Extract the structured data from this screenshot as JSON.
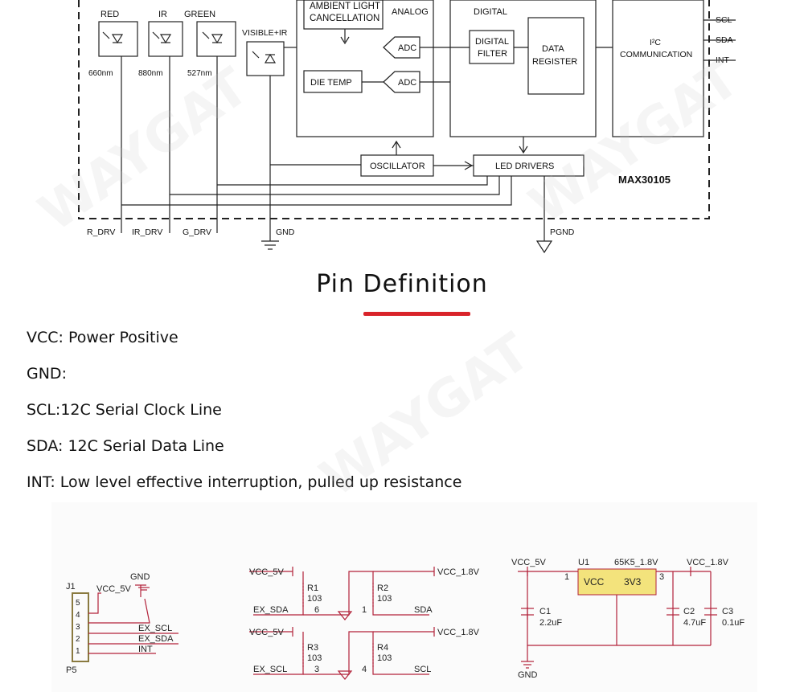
{
  "diagram": {
    "leds": [
      {
        "label": "RED",
        "wavelength": "660nm"
      },
      {
        "label": "IR",
        "wavelength": "880nm"
      },
      {
        "label": "GREEN",
        "wavelength": "527nm"
      }
    ],
    "photodiode_label": "VISIBLE+IR",
    "ambient_light_label": [
      "AMBIENT LIGHT",
      "CANCELLATION"
    ],
    "analog_label": "ANALOG",
    "adc_label": "ADC",
    "die_temp_label": "DIE TEMP",
    "digital_label": "DIGITAL",
    "digital_filter_label": [
      "DIGITAL",
      "FILTER"
    ],
    "data_register_label": [
      "DATA",
      "REGISTER"
    ],
    "i2c_label": [
      "I²C",
      "COMMUNICATION"
    ],
    "oscillator_label": "OSCILLATOR",
    "led_drivers_label": "LED DRIVERS",
    "chip_name": "MAX30105",
    "pins_right": [
      "SCL",
      "SDA",
      "INT"
    ],
    "pins_bottom": [
      "R_DRV",
      "IR_DRV",
      "G_DRV",
      "GND",
      "PGND"
    ]
  },
  "page_title": "Pin Definition",
  "accent_color": "#d9232a",
  "pins": [
    "VCC: Power Positive",
    "GND:",
    "SCL:12C Serial Clock Line",
    "SDA: 12C Serial Data Line",
    "INT: Low level effective interruption, pulled up resistance"
  ],
  "schematic": {
    "connector": {
      "ref": "J1",
      "ref2": "P5",
      "vcc": "VCC_5V",
      "gnd": "GND",
      "pin_numbers": [
        "5",
        "4",
        "3",
        "2",
        "1"
      ],
      "nets": [
        "EX_SCL",
        "EX_SDA",
        "INT"
      ]
    },
    "shifter": {
      "vcc5": "VCC_5V",
      "vcc18": "VCC_1.8V",
      "r1": "R1",
      "r1v": "103",
      "r2": "R2",
      "r2v": "103",
      "r3": "R3",
      "r3v": "103",
      "r4": "R4",
      "r4v": "103",
      "sda_in": "EX_SDA",
      "sda_out": "SDA",
      "scl_in": "EX_SCL",
      "scl_out": "SCL",
      "pin6": "6",
      "pin1": "1",
      "pin3": "3",
      "pin4": "4"
    },
    "regulator": {
      "vin": "VCC_5V",
      "ref": "U1",
      "part": "65K5_1.8V",
      "vout": "VCC_1.8V",
      "vcc": "VCC",
      "out": "3V3",
      "pin1": "1",
      "pin3": "3",
      "c1": "C1",
      "c1v": "2.2uF",
      "c2": "C2",
      "c2v": "4.7uF",
      "c3": "C3",
      "c3v": "0.1uF",
      "gnd": "GND"
    }
  },
  "watermark_text": "WAYGAT"
}
